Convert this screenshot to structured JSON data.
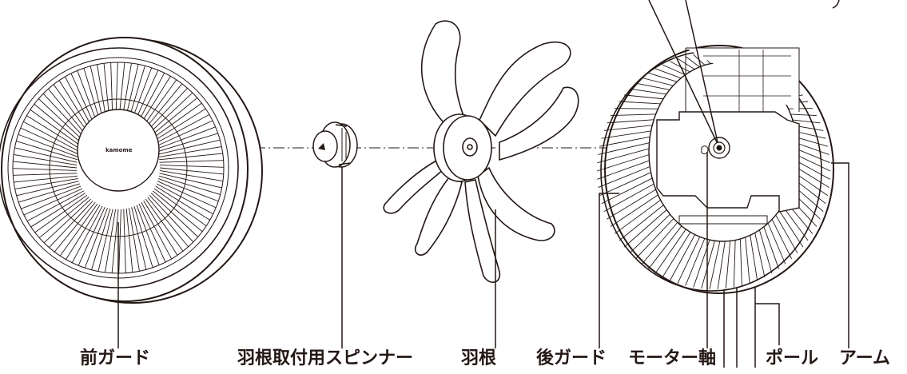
{
  "brand_text": "kamome",
  "labels": {
    "front_guard": "前ガード",
    "spinner": "羽根取付用スピンナー",
    "blade": "羽根",
    "rear_guard": "後ガード",
    "motor_shaft": "モーター軸",
    "pole": "ポール",
    "arm": "アーム"
  },
  "colors": {
    "line": "#231815",
    "background": "#ffffff"
  }
}
